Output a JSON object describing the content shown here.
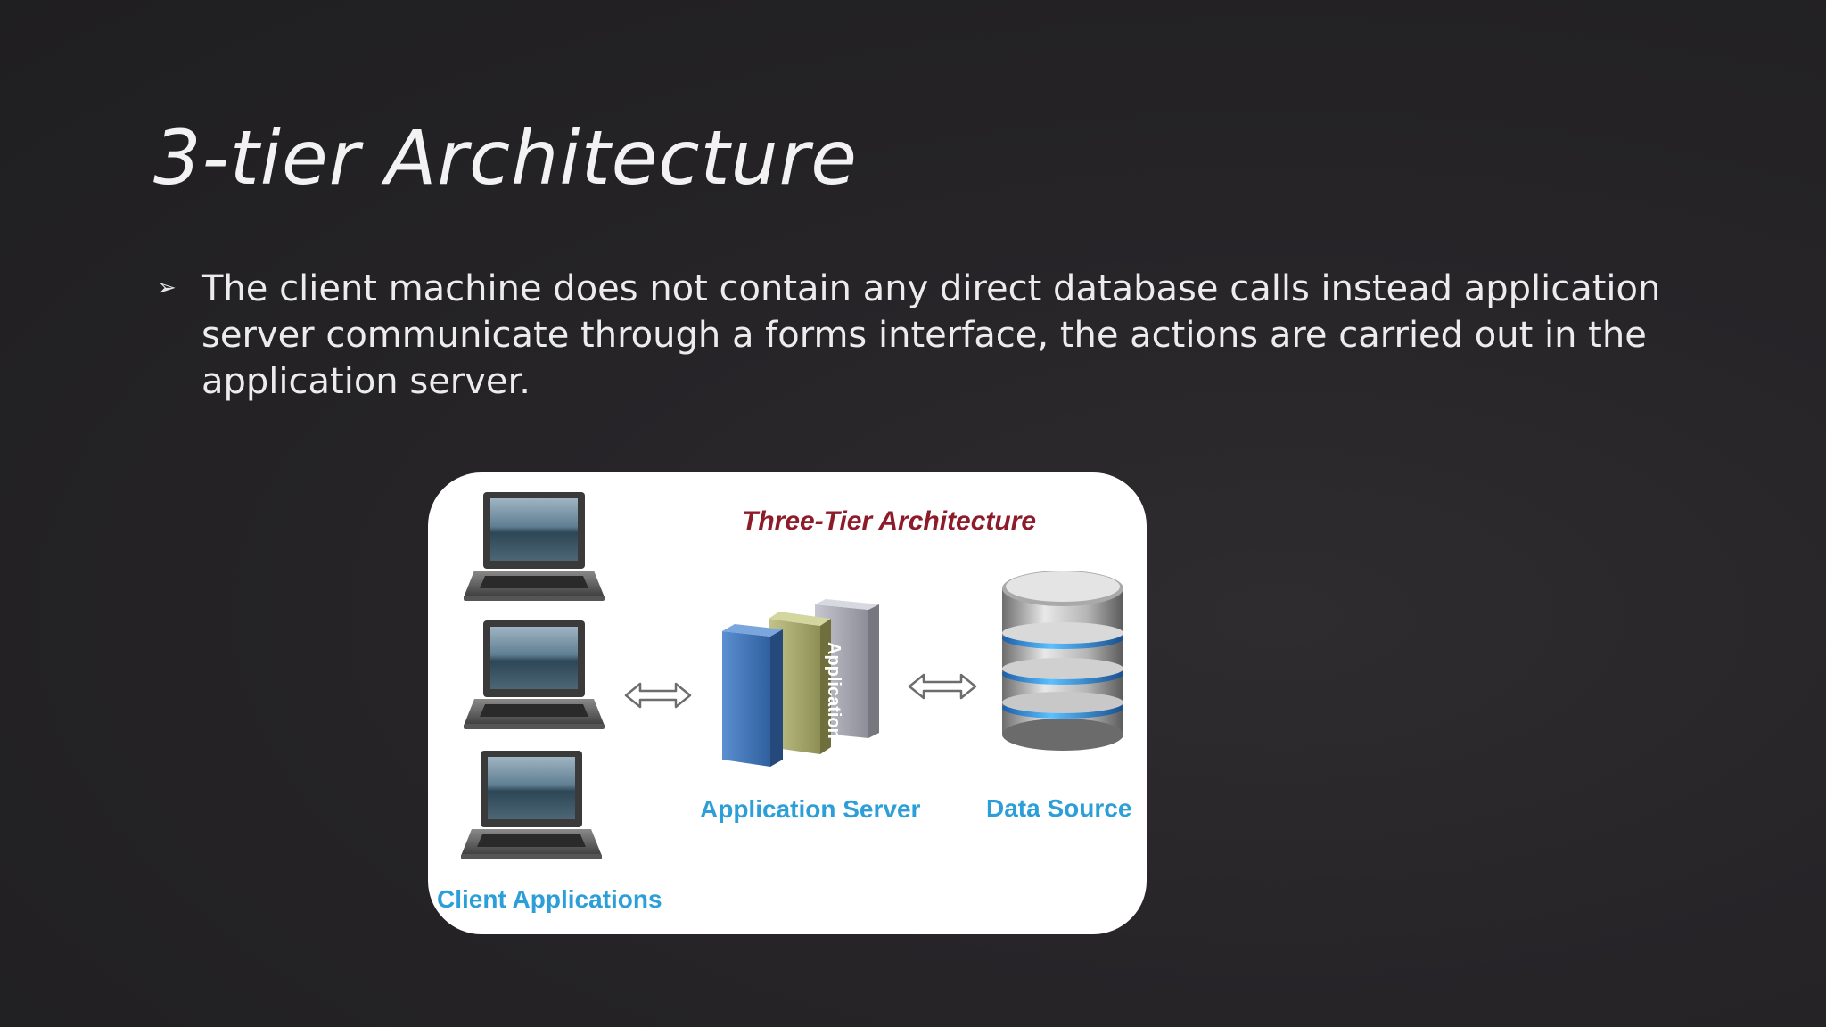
{
  "slide": {
    "title": "3-tier Architecture",
    "bullet_marker": "➢",
    "bullet_text": "The client machine does not contain any direct database calls instead application server communicate through a forms interface, the actions are carried out in the application server."
  },
  "diagram": {
    "title": "Three-Tier Architecture",
    "server_book_label": "Application",
    "labels": {
      "application_server": "Application Server",
      "data_source": "Data Source",
      "client_applications": "Client Applications"
    },
    "colors": {
      "title": "#8e1b2a",
      "labels": "#2c9fd8",
      "book_blue": "#3f74b3",
      "book_olive": "#a7a86a",
      "book_gray": "#a8a8b4",
      "db_ring": "#2f8fe0"
    },
    "icons": [
      "laptop-icon",
      "laptop-icon",
      "laptop-icon",
      "double-arrow-icon",
      "application-server-icon",
      "double-arrow-icon",
      "database-icon"
    ]
  }
}
